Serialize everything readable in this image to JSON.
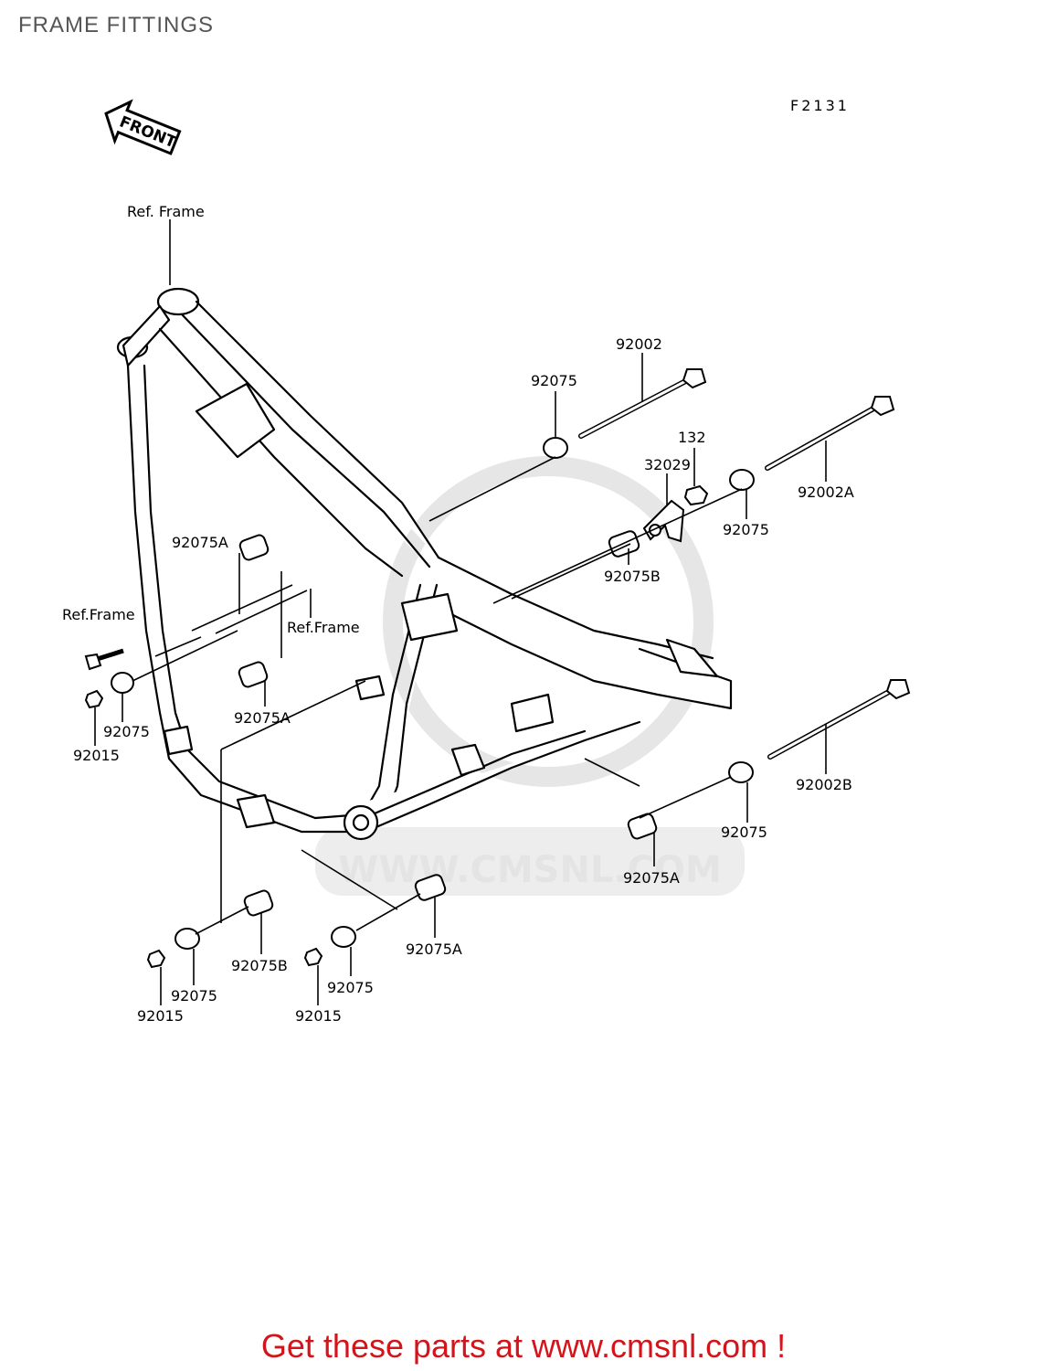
{
  "page": {
    "title": "FRAME FITTINGS",
    "diagram_code": "F2131",
    "front_arrow": "FRONT",
    "footer": "Get these parts at www.cmsnl.com !",
    "watermark": "WWW.CMSNL.COM",
    "accent_color": "#d4141b"
  },
  "labels": {
    "ref_frame_top": "Ref. Frame",
    "ref_frame_left": "Ref.Frame",
    "ref_frame_mid": "Ref.Frame",
    "p92002": "92002",
    "p92002A": "92002A",
    "p92002B": "92002B",
    "p132": "132",
    "p32029": "32029",
    "p92075_top": "92075",
    "p92075_right": "92075",
    "p92075_rightlow": "92075",
    "p92075_left": "92075",
    "p92075_botleft": "92075",
    "p92075_botmid": "92075",
    "p92075A_left": "92075A",
    "p92075A_leftlow": "92075A",
    "p92075A_right": "92075A",
    "p92075A_bot": "92075A",
    "p92075B_top": "92075B",
    "p92075B_bot": "92075B",
    "p92015_left": "92015",
    "p92015_botleft": "92015",
    "p92015_botmid": "92015"
  }
}
